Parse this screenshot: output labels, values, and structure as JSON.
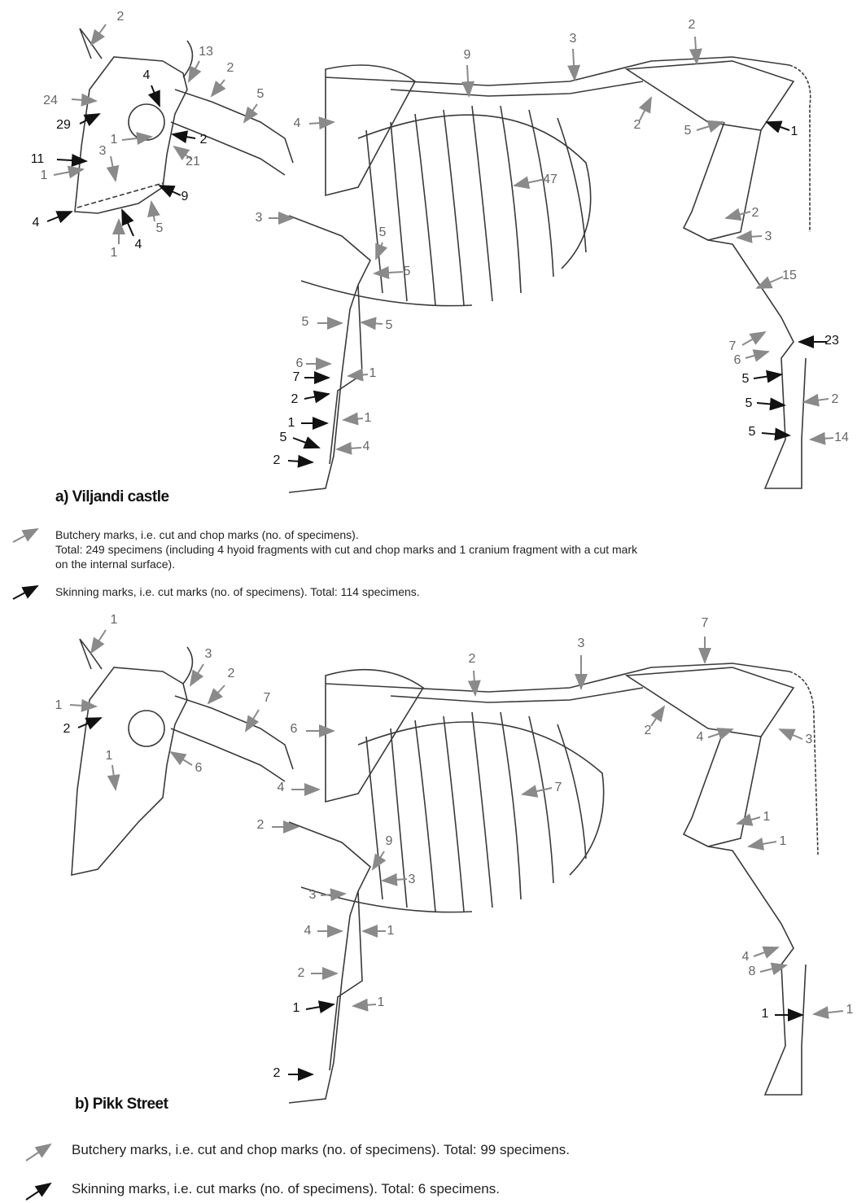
{
  "colors": {
    "butchery": "#8a8a8a",
    "skinning": "#111111",
    "outline": "#3a3a3a"
  },
  "panel_a": {
    "caption": "a) Viljandi castle",
    "legend_butchery_1": "Butchery marks, i.e. cut and chop marks (no. of specimens).",
    "legend_butchery_2": "Total: 249 specimens (including 4 hyoid fragments with cut and chop marks and 1 cranium fragment with a cut mark",
    "legend_butchery_3": "on the internal surface).",
    "legend_skinning": "Skinning marks, i.e. cut marks (no. of specimens). Total: 114 specimens.",
    "labels": [
      "2",
      "13",
      "4",
      "2",
      "24",
      "29",
      "1",
      "2",
      "21",
      "11",
      "1",
      "3",
      "9",
      "4",
      "1",
      "4",
      "5",
      "5",
      "4",
      "3",
      "5",
      "5",
      "5",
      "5",
      "6",
      "7",
      "1",
      "2",
      "1",
      "1",
      "5",
      "4",
      "2",
      "9",
      "47",
      "3",
      "2",
      "2",
      "5",
      "1",
      "2",
      "3",
      "15",
      "7",
      "6",
      "23",
      "5",
      "5",
      "2",
      "5",
      "14"
    ]
  },
  "panel_b": {
    "caption": "b) Pikk Street",
    "legend_butchery": "Butchery marks, i.e. cut and chop marks (no. of specimens). Total: 99 specimens.",
    "legend_skinning": "Skinning marks, i.e. cut marks (no. of specimens). Total: 6 specimens.",
    "labels": [
      "1",
      "3",
      "2",
      "1",
      "2",
      "1",
      "6",
      "7",
      "6",
      "4",
      "2",
      "9",
      "3",
      "3",
      "4",
      "1",
      "2",
      "1",
      "1",
      "2",
      "2",
      "7",
      "3",
      "7",
      "2",
      "4",
      "3",
      "1",
      "1",
      "4",
      "8",
      "1",
      "1"
    ]
  }
}
